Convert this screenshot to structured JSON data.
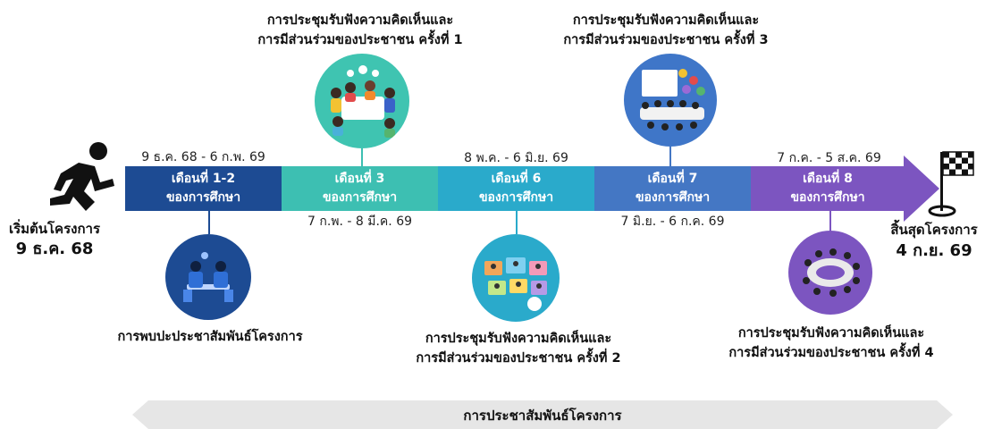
{
  "start": {
    "label": "เริ่มต้นโครงการ",
    "date": "9 ธ.ค. 68"
  },
  "end": {
    "label": "สิ้นสุดโครงการ",
    "date": "4 ก.ย. 69"
  },
  "segments": [
    {
      "line1": "เดือนที่ 1-2",
      "line2": "ของการศึกษา",
      "color": "#1d4b93"
    },
    {
      "line1": "เดือนที่ 3",
      "line2": "ของการศึกษา",
      "color": "#3dbfb2"
    },
    {
      "line1": "เดือนที่ 6",
      "line2": "ของการศึกษา",
      "color": "#2aaacb"
    },
    {
      "line1": "เดือนที่ 7",
      "line2": "ของการศึกษา",
      "color": "#4477c4"
    },
    {
      "line1": "เดือนที่ 8",
      "line2": "ของการศึกษา",
      "color": "#7c55c0"
    }
  ],
  "dates": {
    "seg1": "9 ธ.ค. 68 - 6 ก.พ. 69",
    "seg2": "7 ก.พ. - 8 มี.ค. 69",
    "seg3": "8 พ.ค. - 6 มิ.ย. 69",
    "seg4": "7 มิ.ย. - 6 ก.ค. 69",
    "seg5": "7 ก.ค. - 5 ส.ค. 69"
  },
  "events": {
    "intro": "การพบปะประชาสัมพันธ์โครงการ",
    "hearing1": {
      "line1": "การประชุมรับฟังความคิดเห็นและ",
      "line2": "การมีส่วนร่วมของประชาชน ครั้งที่ 1"
    },
    "hearing2": {
      "line1": "การประชุมรับฟังความคิดเห็นและ",
      "line2": "การมีส่วนร่วมของประชาชน ครั้งที่ 2"
    },
    "hearing3": {
      "line1": "การประชุมรับฟังความคิดเห็นและ",
      "line2": "การมีส่วนร่วมของประชาชน ครั้งที่ 3"
    },
    "hearing4": {
      "line1": "การประชุมรับฟังความคิดเห็นและ",
      "line2": "การมีส่วนร่วมของประชาชน ครั้งที่ 4"
    }
  },
  "footer": {
    "label": "การประชาสัมพันธ์โครงการ"
  },
  "icons": {
    "start": "running-person-icon",
    "end": "checkered-flag-icon"
  }
}
